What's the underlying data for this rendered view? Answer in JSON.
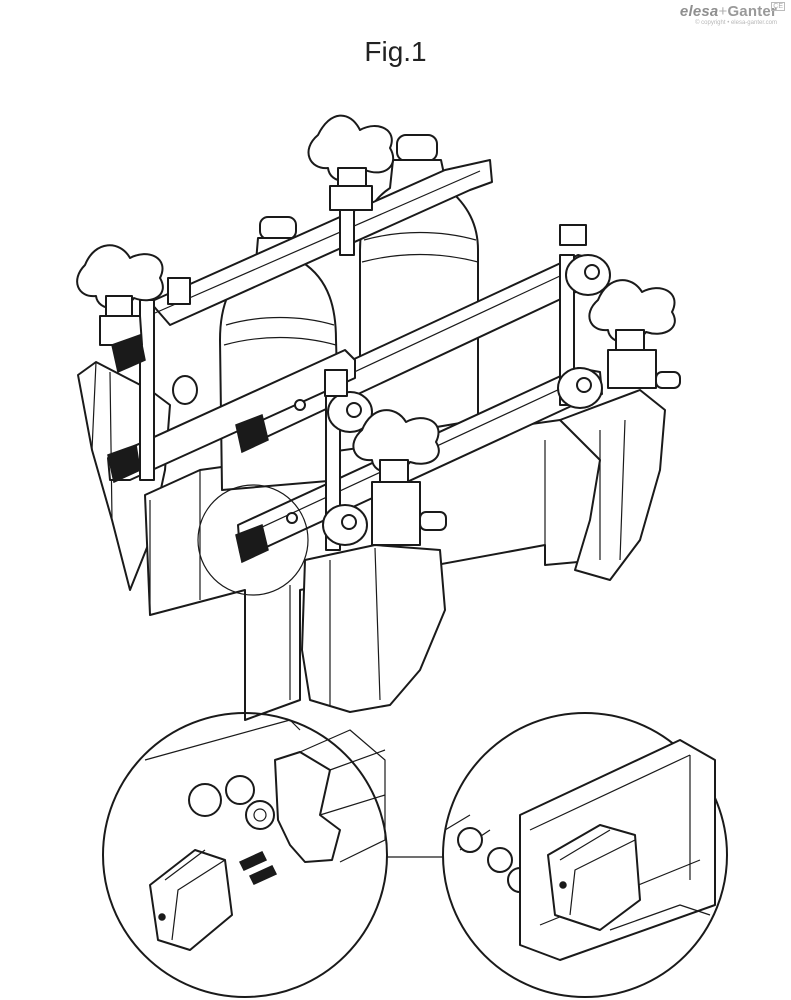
{
  "figure": {
    "title": "Fig.1"
  },
  "logo": {
    "elesa": "elesa",
    "plus": "+",
    "ganter": "Ganter",
    "copyright": "© copyright • elesa-ganter.com",
    "mark": "CE"
  },
  "colors": {
    "line": "#1a1a1a",
    "background": "#ffffff",
    "logo_grey": "#9a9a9a"
  }
}
